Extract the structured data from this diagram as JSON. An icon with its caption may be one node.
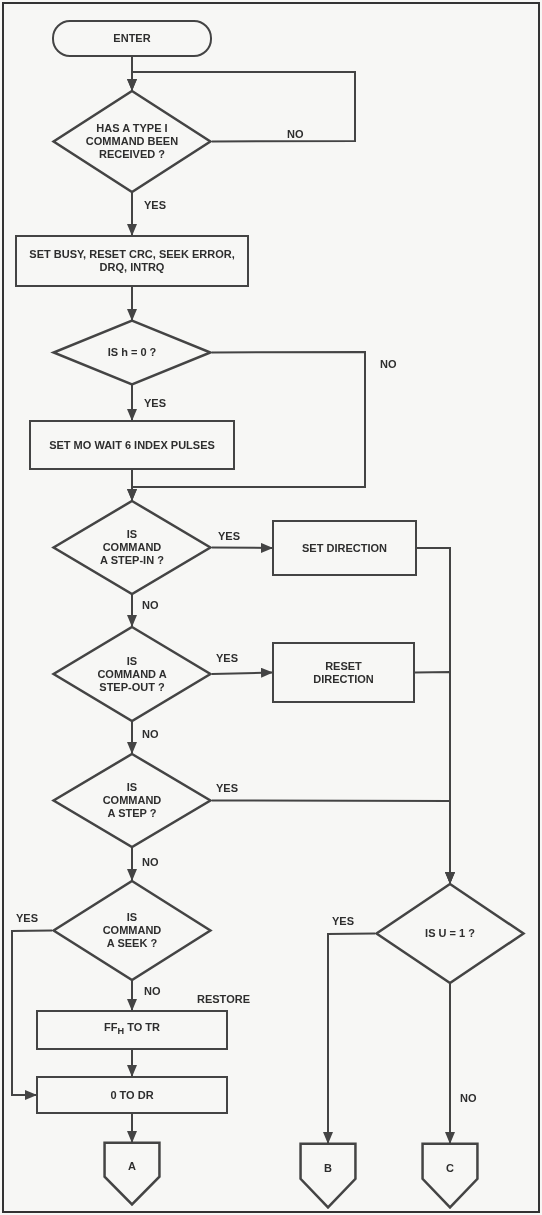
{
  "diagram": {
    "nodes": [
      {
        "text": [
          "ENTER"
        ]
      },
      {
        "text": [
          "HAS A TYPE I COMMAND BEEN RECEIVED ?"
        ]
      },
      {
        "text": [
          "SET BUSY, RESET CRC, SEEK ERROR, DRQ, INTRQ"
        ]
      },
      {
        "text": [
          "IS h = 0 ?"
        ]
      },
      {
        "text": [
          "SET MO WAIT 6 INDEX PULSES"
        ]
      },
      {
        "text": [
          "IS COMMAND A STEP-IN ?"
        ]
      },
      {
        "text": [
          "SET DIRECTION"
        ]
      },
      {
        "text": [
          "IS COMMAND A STEP-OUT ?"
        ]
      },
      {
        "text": [
          "RESET DIRECTION"
        ]
      },
      {
        "text": [
          "IS COMMAND A STEP ?"
        ]
      },
      {
        "text": [
          "IS COMMAND A SEEK ?"
        ]
      },
      {
        "text": [
          "FF$_{H}$ TO TR"
        ],
        "beside": [
          "RESTORE"
        ]
      },
      {
        "text": [
          "0 TO DR"
        ]
      },
      {
        "text": [
          "A"
        ]
      },
      {
        "text": [
          "IS U = 1 ?"
        ]
      },
      {
        "text": [
          "B"
        ]
      },
      {
        "text": [
          "C"
        ]
      }
    ],
    "edges": [
      {
        "from": 0,
        "to": 1,
        "arrow": "to"
      },
      {
        "from": 1,
        "to": 1,
        "arrow": "to",
        "label": "NO"
      },
      {
        "from": 1,
        "to": 2,
        "arrow": "to",
        "label": "YES"
      },
      {
        "from": 2,
        "to": 3,
        "arrow": "to"
      },
      {
        "from": 3,
        "to": 4,
        "arrow": "to",
        "label": "YES"
      },
      {
        "from": 3,
        "to": 5,
        "arrow": "to",
        "label": "NO"
      },
      {
        "from": 4,
        "to": 5,
        "arrow": "to"
      },
      {
        "from": 5,
        "to": 6,
        "arrow": "to",
        "label": "YES"
      },
      {
        "from": 6,
        "to": 14,
        "arrow": "to"
      },
      {
        "from": 5,
        "to": 7,
        "arrow": "to",
        "label": "NO"
      },
      {
        "from": 7,
        "to": 8,
        "arrow": "to",
        "label": "YES"
      },
      {
        "from": 8,
        "to": 14,
        "arrow": "to"
      },
      {
        "from": 7,
        "to": 9,
        "arrow": "to",
        "label": "NO"
      },
      {
        "from": 9,
        "to": 14,
        "arrow": "to",
        "label": "YES"
      },
      {
        "from": 9,
        "to": 10,
        "arrow": "to",
        "label": "NO"
      },
      {
        "from": 10,
        "to": 12,
        "arrow": "to",
        "label": "YES"
      },
      {
        "from": 10,
        "to": 11,
        "arrow": "to",
        "label": "NO"
      },
      {
        "from": 11,
        "to": 12,
        "arrow": "to"
      },
      {
        "from": 12,
        "to": 13,
        "arrow": "to"
      },
      {
        "from": 14,
        "to": 15,
        "arrow": "to",
        "label": "YES"
      },
      {
        "from": 14,
        "to": 16,
        "arrow": "to",
        "label": "NO"
      }
    ]
  }
}
